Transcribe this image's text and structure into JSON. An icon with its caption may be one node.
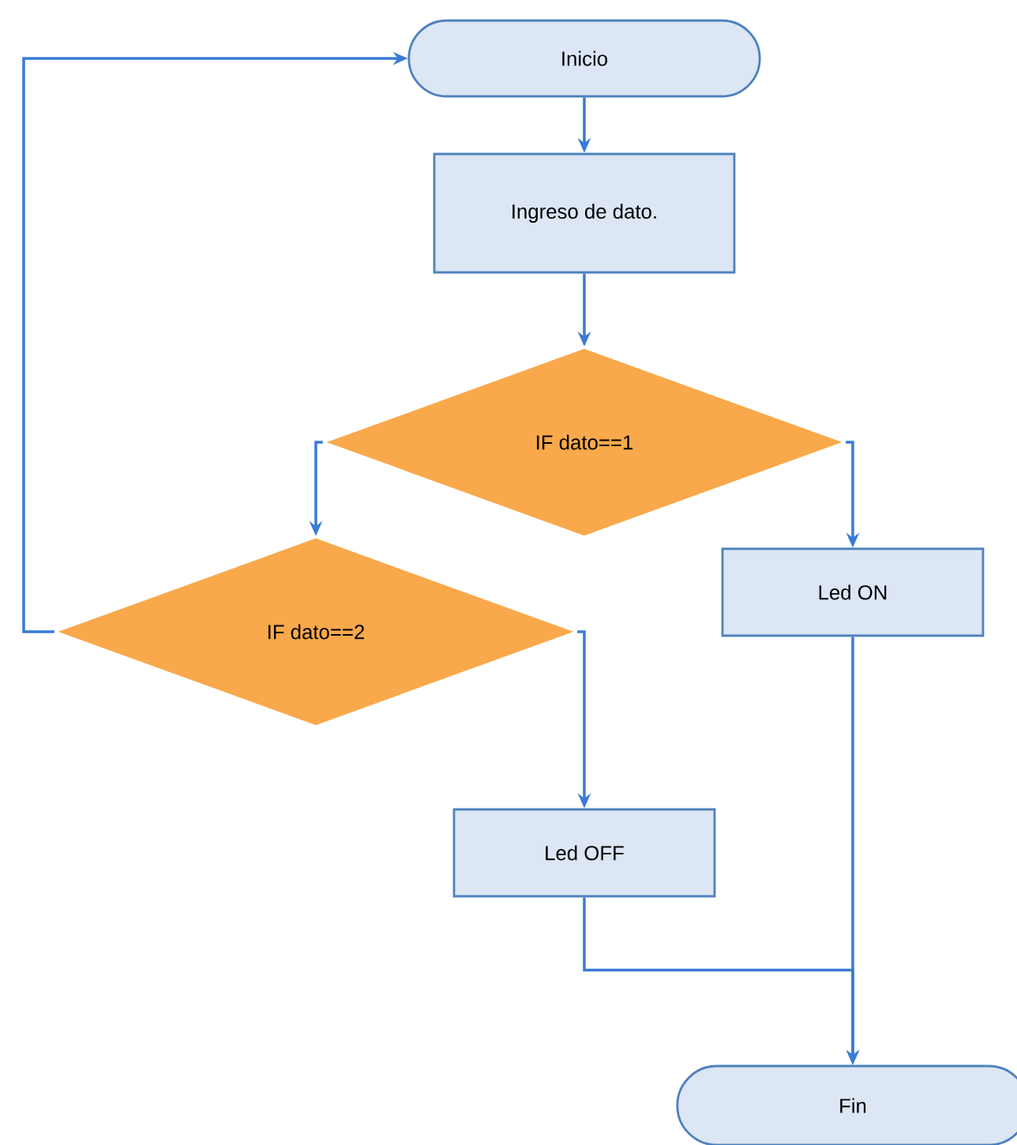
{
  "diagram": {
    "nodes": [
      {
        "text": [
          "Inicio"
        ]
      },
      {
        "text": [
          "Ingreso de dato."
        ]
      },
      {
        "text": [
          "IF dato==1"
        ]
      },
      {
        "text": [
          "Led ON"
        ]
      },
      {
        "text": [
          "IF dato==2"
        ]
      },
      {
        "text": [
          "Led OFF"
        ]
      },
      {
        "text": [
          "Fin"
        ]
      }
    ],
    "edges": [
      {
        "from": 0,
        "to": 1,
        "arrow": "to"
      },
      {
        "from": 1,
        "to": 2,
        "arrow": "to"
      },
      {
        "from": 2,
        "to": 4,
        "arrow": "to"
      },
      {
        "from": 2,
        "to": 3,
        "arrow": "to"
      },
      {
        "from": 4,
        "to": 5,
        "arrow": "to"
      },
      {
        "from": 4,
        "to": 0,
        "arrow": "to"
      },
      {
        "from": 3,
        "to": 6,
        "arrow": "to"
      },
      {
        "from": 5,
        "to": 6,
        "arrow": "to"
      }
    ]
  }
}
